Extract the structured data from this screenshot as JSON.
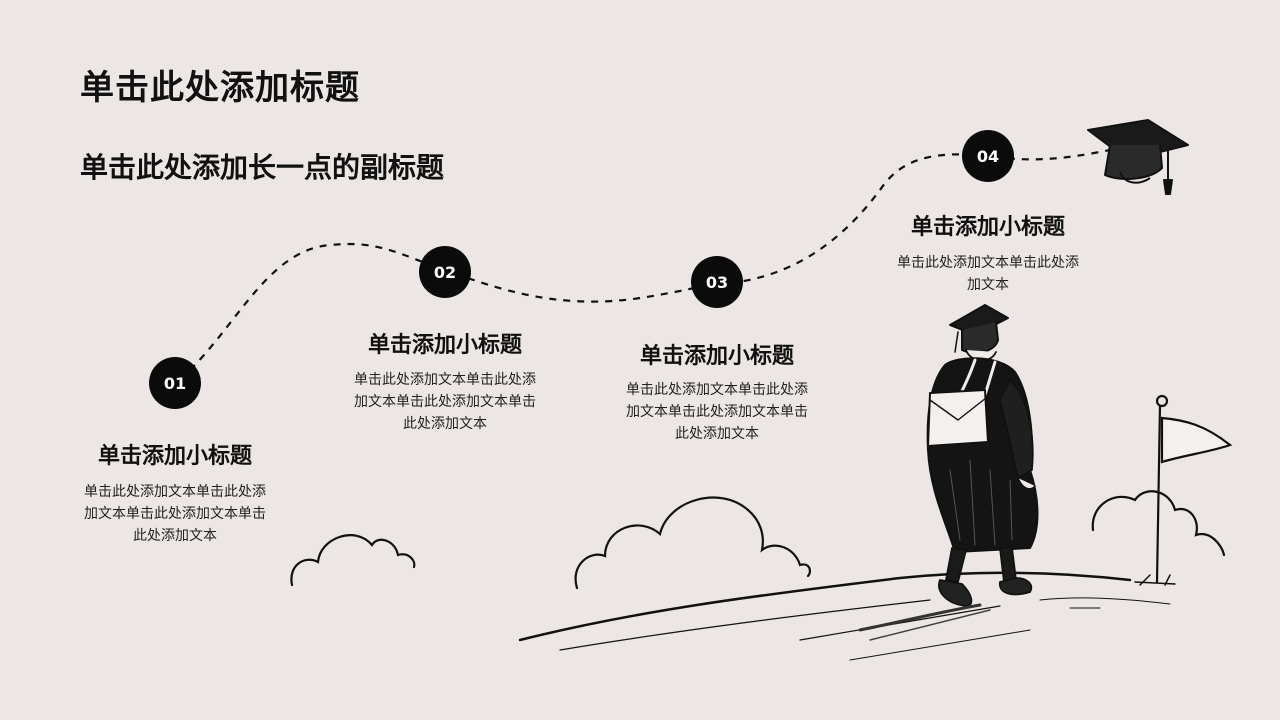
{
  "slide": {
    "title": "单击此处添加标题",
    "subtitle": "单击此处添加长一点的副标题"
  },
  "steps": [
    {
      "number": "01",
      "heading": "单击添加小标题",
      "text": "单击此处添加文本单击此处添加文本单击此处添加文本单击此处添加文本"
    },
    {
      "number": "02",
      "heading": "单击添加小标题",
      "text": "单击此处添加文本单击此处添加文本单击此处添加文本单击此处添加文本"
    },
    {
      "number": "03",
      "heading": "单击添加小标题",
      "text": "单击此处添加文本单击此处添加文本单击此处添加文本单击此处添加文本"
    },
    {
      "number": "04",
      "heading": "单击添加小标题",
      "text": "单击此处添加文本单击此处添加文本"
    }
  ],
  "illustration": {
    "icons": [
      "graduation-cap-icon",
      "graduate-student-icon",
      "flag-icon",
      "cloud-icon"
    ],
    "colors": {
      "background": "#ece7e4",
      "ink": "#0b0b0b"
    }
  }
}
